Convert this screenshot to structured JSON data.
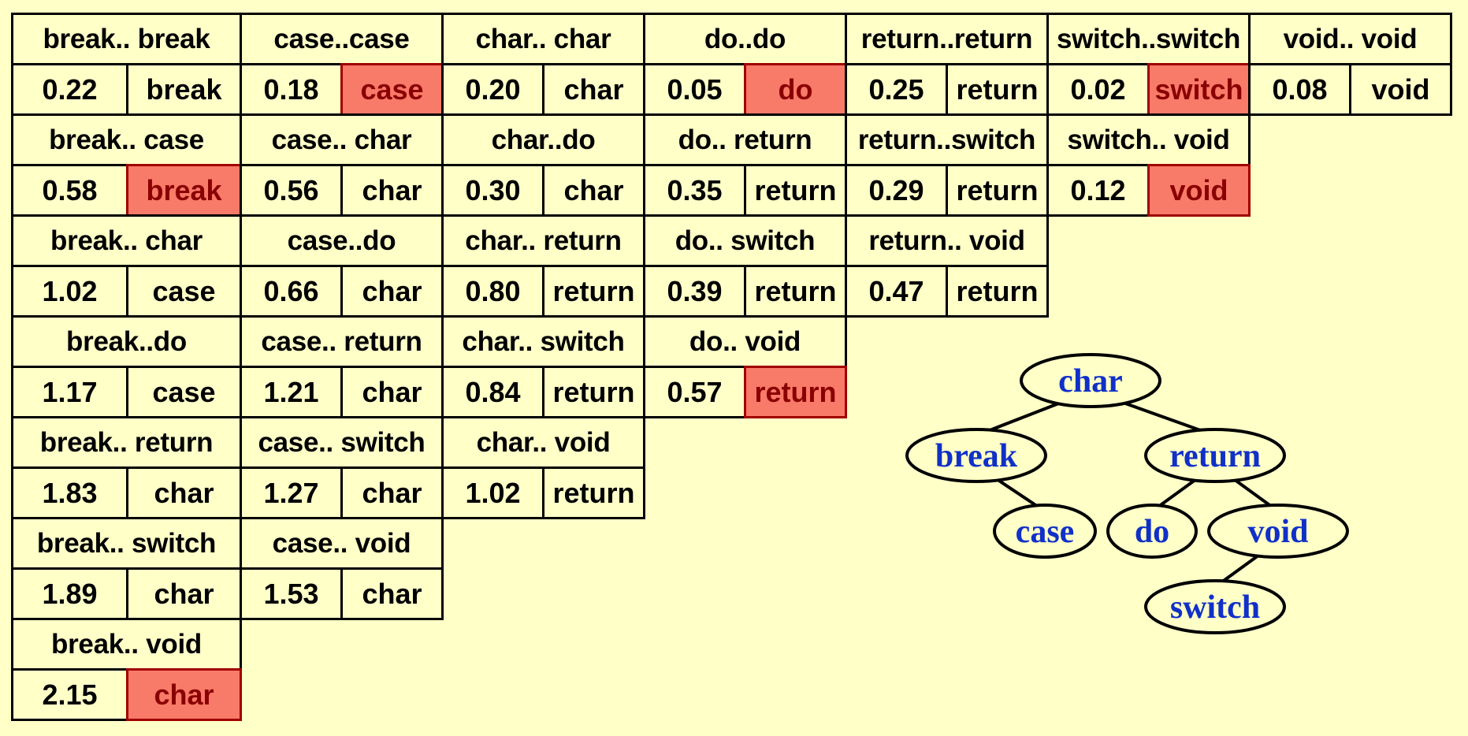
{
  "colors": {
    "background": "#ffffc8",
    "highlight_fill": "#f87a68",
    "highlight_text": "#8a0000",
    "node_text": "#1030c8"
  },
  "table": {
    "columns": [
      {
        "cells": [
          {
            "range": "break.. break",
            "cost": "0.22",
            "root": "break",
            "hl": false
          },
          {
            "range": "break.. case",
            "cost": "0.58",
            "root": "break",
            "hl": true
          },
          {
            "range": "break.. char",
            "cost": "1.02",
            "root": "case",
            "hl": false
          },
          {
            "range": "break..do",
            "cost": "1.17",
            "root": "case",
            "hl": false
          },
          {
            "range": "break.. return",
            "cost": "1.83",
            "root": "char",
            "hl": false
          },
          {
            "range": "break.. switch",
            "cost": "1.89",
            "root": "char",
            "hl": false
          },
          {
            "range": "break.. void",
            "cost": "2.15",
            "root": "char",
            "hl": true
          }
        ]
      },
      {
        "cells": [
          {
            "range": "case..case",
            "cost": "0.18",
            "root": "case",
            "hl": true
          },
          {
            "range": "case.. char",
            "cost": "0.56",
            "root": "char",
            "hl": false
          },
          {
            "range": "case..do",
            "cost": "0.66",
            "root": "char",
            "hl": false
          },
          {
            "range": "case.. return",
            "cost": "1.21",
            "root": "char",
            "hl": false
          },
          {
            "range": "case.. switch",
            "cost": "1.27",
            "root": "char",
            "hl": false
          },
          {
            "range": "case.. void",
            "cost": "1.53",
            "root": "char",
            "hl": false
          }
        ]
      },
      {
        "cells": [
          {
            "range": "char.. char",
            "cost": "0.20",
            "root": "char",
            "hl": false
          },
          {
            "range": "char..do",
            "cost": "0.30",
            "root": "char",
            "hl": false
          },
          {
            "range": "char.. return",
            "cost": "0.80",
            "root": "return",
            "hl": false
          },
          {
            "range": "char.. switch",
            "cost": "0.84",
            "root": "return",
            "hl": false
          },
          {
            "range": "char.. void",
            "cost": "1.02",
            "root": "return",
            "hl": false
          }
        ]
      },
      {
        "cells": [
          {
            "range": "do..do",
            "cost": "0.05",
            "root": "do",
            "hl": true
          },
          {
            "range": "do.. return",
            "cost": "0.35",
            "root": "return",
            "hl": false
          },
          {
            "range": "do.. switch",
            "cost": "0.39",
            "root": "return",
            "hl": false
          },
          {
            "range": "do.. void",
            "cost": "0.57",
            "root": "return",
            "hl": true
          }
        ]
      },
      {
        "cells": [
          {
            "range": "return..return",
            "cost": "0.25",
            "root": "return",
            "hl": false
          },
          {
            "range": "return..switch",
            "cost": "0.29",
            "root": "return",
            "hl": false
          },
          {
            "range": "return.. void",
            "cost": "0.47",
            "root": "return",
            "hl": false
          }
        ]
      },
      {
        "cells": [
          {
            "range": "switch..switch",
            "cost": "0.02",
            "root": "switch",
            "hl": true
          },
          {
            "range": "switch.. void",
            "cost": "0.12",
            "root": "void",
            "hl": true
          }
        ]
      },
      {
        "cells": [
          {
            "range": "void.. void",
            "cost": "0.08",
            "root": "void",
            "hl": false
          }
        ]
      }
    ]
  },
  "tree": {
    "nodes": [
      {
        "id": "char",
        "label": "char"
      },
      {
        "id": "break",
        "label": "break"
      },
      {
        "id": "return",
        "label": "return"
      },
      {
        "id": "case",
        "label": "case"
      },
      {
        "id": "do",
        "label": "do"
      },
      {
        "id": "void",
        "label": "void"
      },
      {
        "id": "switch",
        "label": "switch"
      }
    ],
    "edges": [
      [
        "char",
        "break"
      ],
      [
        "char",
        "return"
      ],
      [
        "break",
        "case"
      ],
      [
        "return",
        "do"
      ],
      [
        "return",
        "void"
      ],
      [
        "void",
        "switch"
      ]
    ]
  }
}
